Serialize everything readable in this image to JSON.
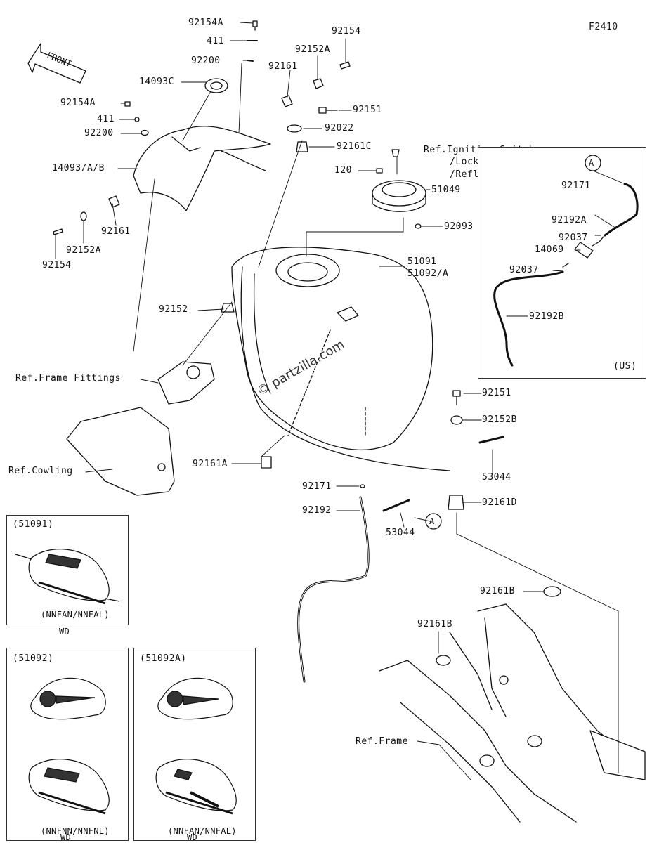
{
  "diagram": {
    "figure_code": "F2410",
    "front_arrow_label": "FRONT",
    "watermark": "© partzilla.com",
    "callouts": {
      "c92154A_top": "92154A",
      "c411_top": "411",
      "c92200_top": "92200",
      "c14093C": "14093C",
      "c92161_top": "92161",
      "c92152A_top": "92152A",
      "c92154_top": "92154",
      "c92154A_left": "92154A",
      "c411_left": "411",
      "c92200_left": "92200",
      "c14093ABB": "14093/A/B",
      "c92161_left": "92161",
      "c92152A_left": "92152A",
      "c92154_left": "92154",
      "c92151_top": "92151",
      "c92022": "92022",
      "c92161C": "92161C",
      "c120": "120",
      "c51049": "51049",
      "c92093": "92093",
      "c51091": "51091",
      "c51092A": "51092/A",
      "c92152": "92152",
      "c92151_mid": "92151",
      "c92152B": "92152B",
      "c53044_right": "53044",
      "c92161D": "92161D",
      "c92161A": "92161A",
      "c92171": "92171",
      "c92192": "92192",
      "c53044_bottom": "53044",
      "c92161B_right": "92161B",
      "c92161B_left": "92161B"
    },
    "refs": {
      "ignition_1": "Ref.Ignition Switch",
      "ignition_2": "/Locks",
      "ignition_3": "/Reflectors",
      "frame_fittings": "Ref.Frame Fittings",
      "cowling": "Ref.Cowling",
      "frame": "Ref.Frame"
    },
    "detail_marker": "A",
    "us_inset": {
      "marker": "A",
      "note": "(US)",
      "callouts": {
        "c92171": "92171",
        "c92192A": "92192A",
        "c92037_a": "92037",
        "c14069": "14069",
        "c92037_b": "92037",
        "c92192B": "92192B"
      }
    },
    "variant_insets": [
      {
        "part": "(51091)",
        "models": "(NNFAN/NNFAL)",
        "region": "WD"
      },
      {
        "part": "(51092)",
        "models": "(NNFNN/NNFNL)",
        "region": "WD"
      },
      {
        "part": "(51092A)",
        "models": "(NNFAN/NNFAL)",
        "region": "WD"
      }
    ]
  }
}
